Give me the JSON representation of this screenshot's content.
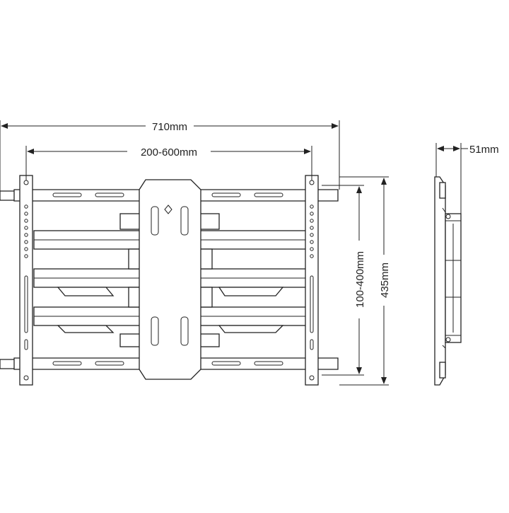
{
  "dimensions": {
    "overall_width": "710mm",
    "vesa_horizontal": "200-600mm",
    "vesa_vertical": "100-400mm",
    "overall_height": "435mm",
    "depth": "51mm"
  }
}
